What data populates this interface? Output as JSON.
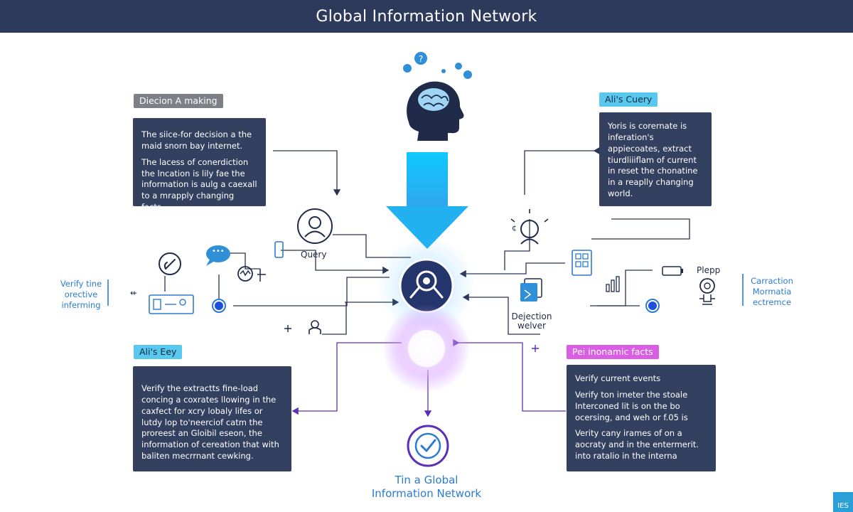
{
  "title": "Global Information Network",
  "tags": {
    "decision": "Diecion A making",
    "query": "Ali's Cuery",
    "ai_key": "Ali's Eey",
    "facts": "Pei inonamic facts"
  },
  "panels": {
    "top_left": [
      "The siice-for decision a the maid snorn bay internet.",
      "The lacess of conerdiction the lncation is lily fae the information is aulg a caexall to a mrapply changing facts."
    ],
    "top_right": [
      "Yoris is corernate is inferation's appiecoates, extract tiurdliiiflam of current in reset the chonatine in a reaplly changing world."
    ],
    "bottom_left": [
      "Verify the extractts fine-load concing a coxrates llowing in the caxfect for xcry lobaly lifes or lutdy lop to'neerciof catm the proreest an Gloibil eseon, the information of cereation that with baliten mecrrnant cewking."
    ],
    "bottom_right": [
      "Verify current events",
      "Verify ton irneter the stoale Interconed lit is on the bo ocersing, and weh or f.05 is",
      "Verity cany irames of on a aocraty and in the entermerit. into ratalio in the interna"
    ]
  },
  "labels": {
    "query": "Query",
    "verify_left": [
      "Verify tine",
      "orective",
      "inferming"
    ],
    "detection": [
      "Dejection",
      "welver"
    ],
    "plepp": "Plepp",
    "correction": [
      "Carraction",
      "Mormatia",
      "ectremce"
    ],
    "bottom_title": [
      "Tin a Global",
      "Information Network"
    ],
    "badge": "IES",
    "chat_dots": "•••"
  },
  "colors": {
    "title_bar": "#2e3a5c",
    "panel": "#34405f",
    "tag_gray": "#7d8187",
    "tag_cyan": "#59c8ee",
    "tag_magenta": "#d95ee4",
    "accent_blue": "#2b7bd1",
    "arrow_cyan": "#1fb8f2",
    "glow_purple": "#c77dff",
    "hub_navy": "#24356b"
  },
  "icons": [
    "brain-head-icon",
    "question-bubble-icon",
    "down-arrow-icon",
    "search-hub-icon",
    "glow-orb-icon",
    "check-badge-icon",
    "user-circle-icon",
    "lightbulb-user-icon",
    "chat-dots-icon",
    "phone-circle-icon",
    "id-card-icon",
    "gear-icon",
    "person-plus-icon",
    "document-stack-icon",
    "server-icon",
    "bar-chart-icon",
    "battery-icon",
    "lightbulb-icon"
  ]
}
